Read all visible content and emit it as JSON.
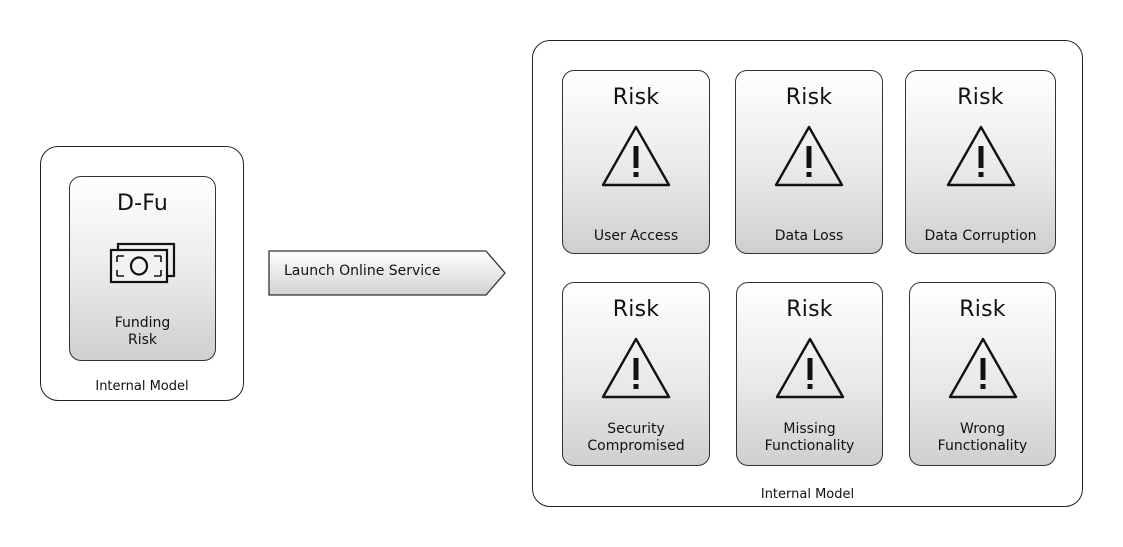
{
  "left_model": {
    "label": "Internal Model",
    "card": {
      "title": "D-Fu",
      "icon": "banknotes-icon",
      "caption": "Funding\nRisk"
    }
  },
  "transition": {
    "label": "Launch Online Service"
  },
  "right_model": {
    "label": "Internal Model",
    "cards": [
      {
        "title": "Risk",
        "icon": "warning-triangle-icon",
        "caption": "User Access"
      },
      {
        "title": "Risk",
        "icon": "warning-triangle-icon",
        "caption": "Data Loss"
      },
      {
        "title": "Risk",
        "icon": "warning-triangle-icon",
        "caption": "Data Corruption"
      },
      {
        "title": "Risk",
        "icon": "warning-triangle-icon",
        "caption": "Security\nCompromised"
      },
      {
        "title": "Risk",
        "icon": "warning-triangle-icon",
        "caption": "Missing\nFunctionality"
      },
      {
        "title": "Risk",
        "icon": "warning-triangle-icon",
        "caption": "Wrong\nFunctionality"
      }
    ]
  }
}
